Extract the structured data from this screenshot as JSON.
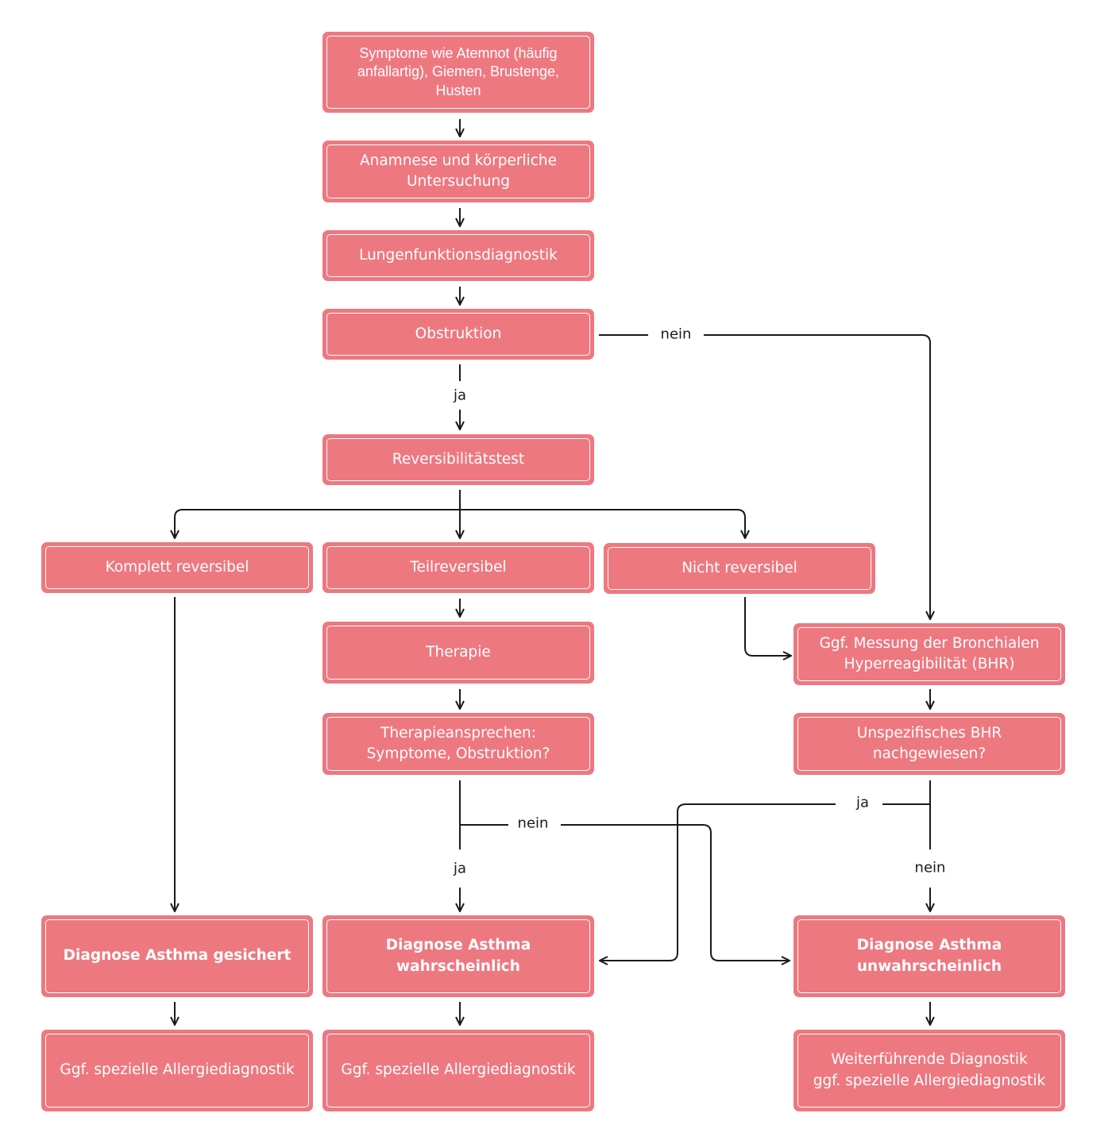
{
  "nodes": {
    "symptome": {
      "lines": [
        "Symptome wie Atemnot (häufig",
        "anfallartig), Giemen, Brustenge,",
        "Husten"
      ]
    },
    "anamnese": {
      "lines": [
        "Anamnese und körperliche",
        "Untersuchung"
      ]
    },
    "lungen": {
      "lines": [
        "Lungenfunktionsdiagnostik"
      ]
    },
    "obstruktion": {
      "lines": [
        "Obstruktion"
      ]
    },
    "reversibilitaet": {
      "lines": [
        "Reversibilitätstest"
      ]
    },
    "komplett": {
      "lines": [
        "Komplett reversibel"
      ]
    },
    "teil": {
      "lines": [
        "Teilreversibel"
      ]
    },
    "nicht": {
      "lines": [
        "Nicht reversibel"
      ]
    },
    "therapie": {
      "lines": [
        "Therapie"
      ]
    },
    "ansprechen": {
      "lines": [
        "Therapieansprechen:",
        "Symptome, Obstruktion?"
      ]
    },
    "bhr_messung": {
      "lines": [
        "Ggf. Messung der Bronchialen",
        "Hyperreagibilität (BHR)"
      ]
    },
    "bhr_nachgewiesen": {
      "lines": [
        "Unspezifisches BHR",
        "nachgewiesen?"
      ]
    },
    "gesichert": {
      "lines": [
        "Diagnose Asthma gesichert"
      ]
    },
    "wahrscheinlich": {
      "lines": [
        "Diagnose Asthma",
        "wahrscheinlich"
      ]
    },
    "unwahrscheinlich": {
      "lines": [
        "Diagnose Asthma",
        "unwahrscheinlich"
      ]
    },
    "allergie1": {
      "lines": [
        "Ggf. spezielle Allergiediagnostik"
      ]
    },
    "allergie2": {
      "lines": [
        "Ggf. spezielle Allergiediagnostik"
      ]
    },
    "weiter": {
      "lines": [
        "Weiterführende Diagnostik",
        "ggf. spezielle Allergiediagnostik"
      ]
    }
  },
  "edge_labels": {
    "obstruktion_nein": "nein",
    "obstruktion_ja": "ja",
    "ansprechen_nein": "nein",
    "ansprechen_ja": "ja",
    "bhr_ja": "ja",
    "bhr_nein": "nein"
  },
  "colors": {
    "box_fill": "#ee7880",
    "box_border": "#ffffff",
    "line": "#1a1a1a"
  }
}
